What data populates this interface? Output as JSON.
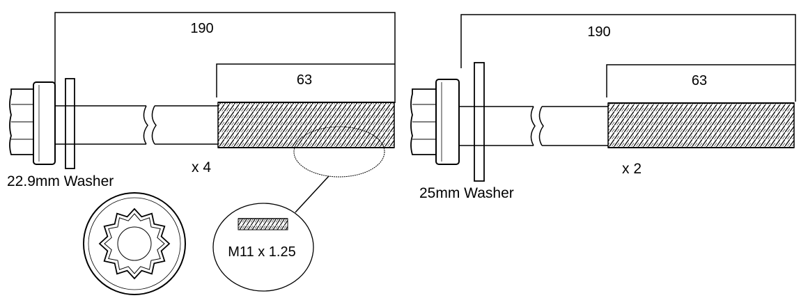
{
  "left_bolt": {
    "overall_length": "190",
    "thread_length": "63",
    "washer_label": "22.9mm Washer",
    "quantity": "x 4"
  },
  "right_bolt": {
    "overall_length": "190",
    "thread_length": "63",
    "washer_label": "25mm Washer",
    "quantity": "x 2"
  },
  "thread_detail": {
    "spec": "M11 x 1.25"
  },
  "icons": [
    "twelve-point-bolt-head-icon",
    "thread-pitch-magnifier-icon"
  ]
}
